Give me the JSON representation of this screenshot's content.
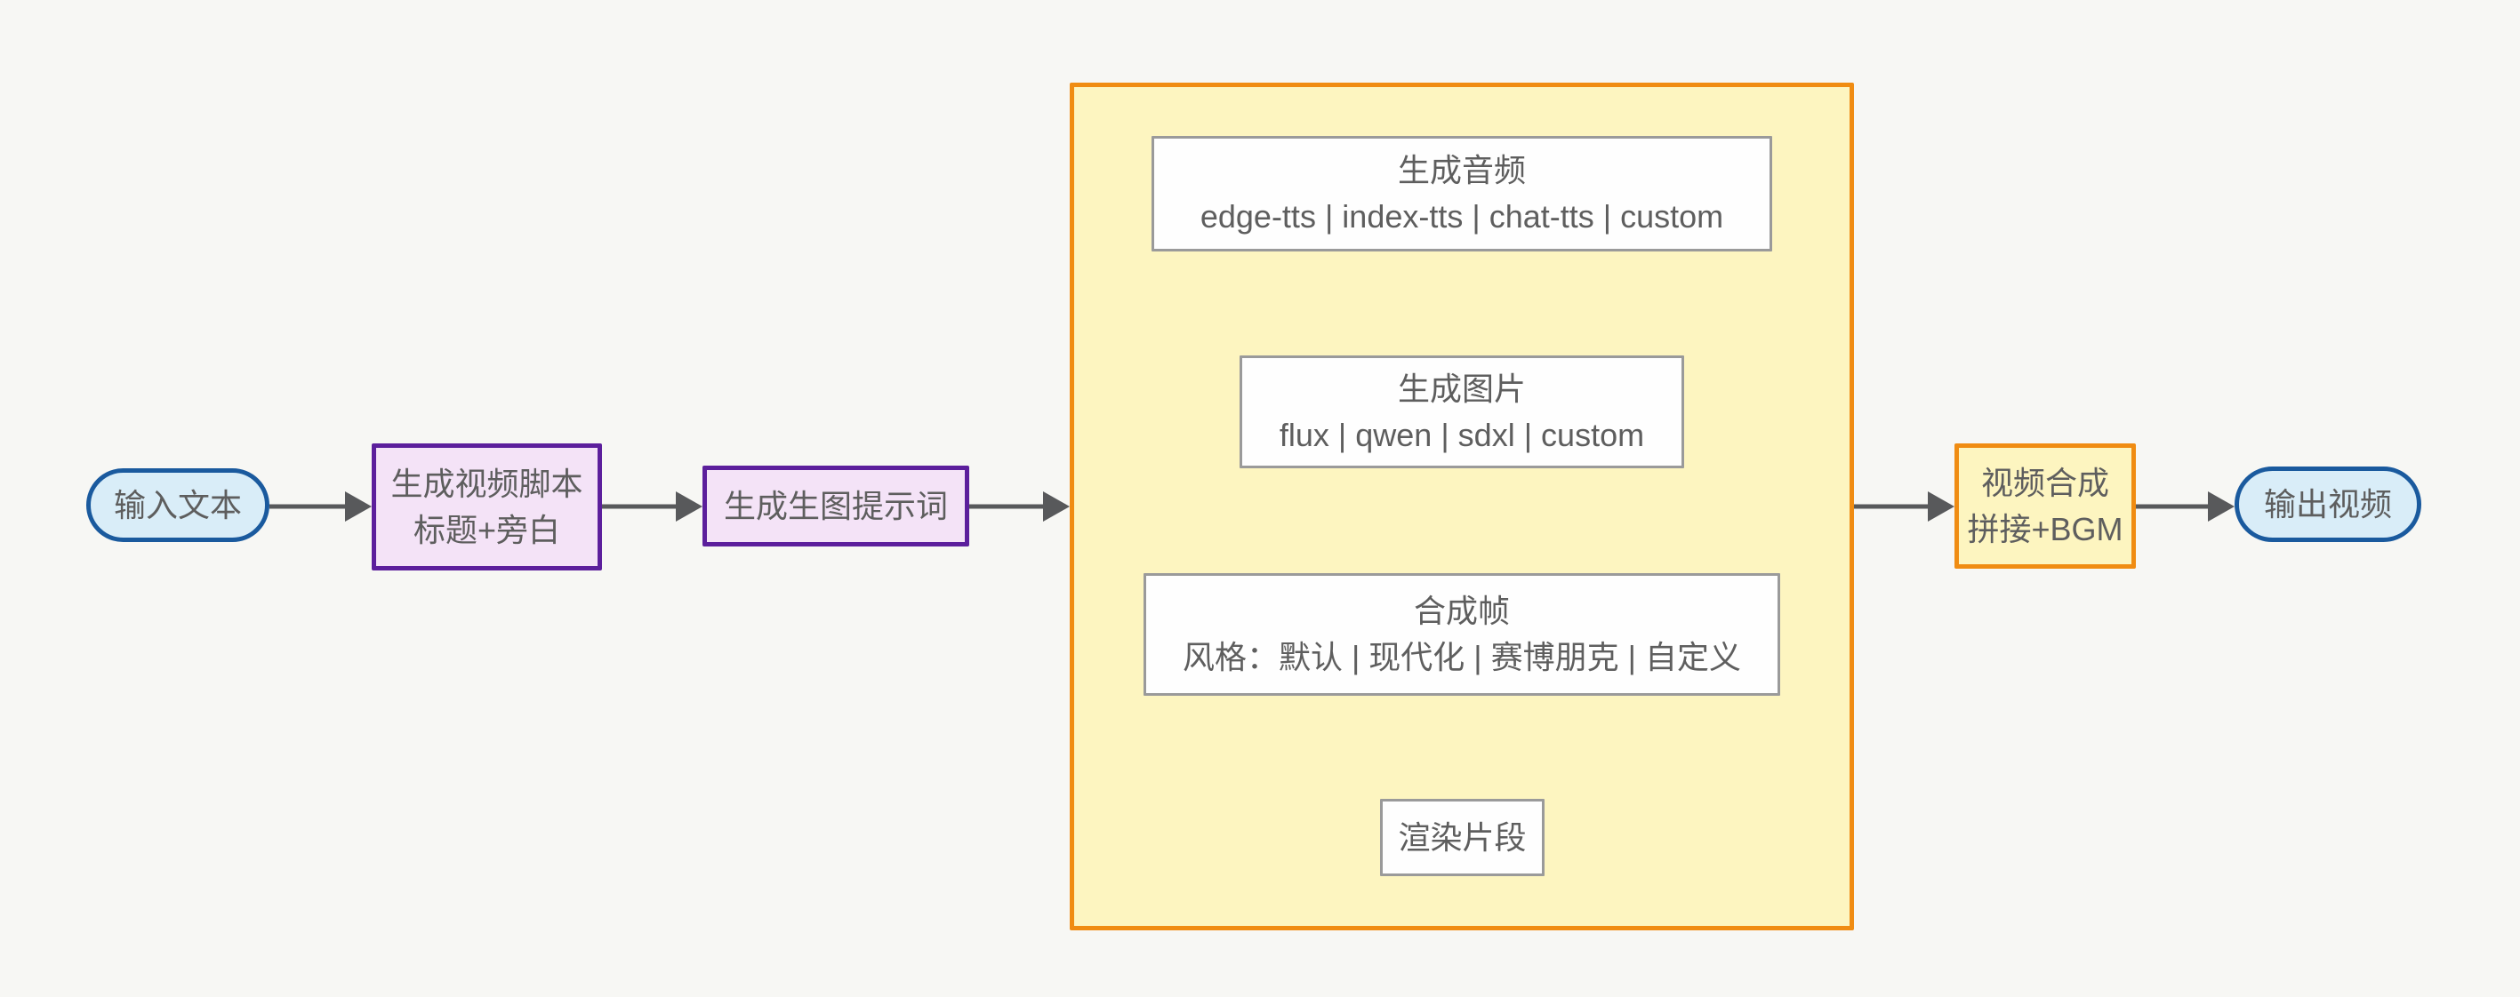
{
  "diagram": {
    "type": "flowchart",
    "direction": "left-to-right",
    "colors": {
      "background": "#f7f7f4",
      "arrow": "#58595b",
      "text": "#5e5e5e",
      "terminal_fill": "#d9edf8",
      "terminal_border": "#1a5a9e",
      "process_fill": "#f4e3f7",
      "process_border": "#5c1f9c",
      "container_fill": "#fdf5c0",
      "container_border": "#f08c12",
      "step_fill": "#fefefe",
      "step_border": "#9a9a9a"
    },
    "nodes": {
      "input": {
        "label": "输入文本"
      },
      "script": {
        "line1": "生成视频脚本",
        "line2": "标题+旁白"
      },
      "prompt": {
        "label": "生成生图提示词"
      },
      "audio": {
        "title": "生成音频",
        "options": "edge-tts | index-tts | chat-tts | custom"
      },
      "image": {
        "title": "生成图片",
        "options": "flux | qwen | sdxl | custom"
      },
      "frame": {
        "title": "合成帧",
        "options": "风格：默认 | 现代化 | 赛博朋克 | 自定义"
      },
      "render": {
        "label": "渲染片段"
      },
      "compose": {
        "line1": "视频合成",
        "line2": "拼接+BGM"
      },
      "output": {
        "label": "输出视频"
      }
    },
    "edges": [
      "input -> script",
      "script -> prompt",
      "prompt -> pipeline",
      "audio -> image",
      "image -> frame",
      "frame -> render",
      "pipeline -> compose",
      "compose -> output"
    ]
  }
}
